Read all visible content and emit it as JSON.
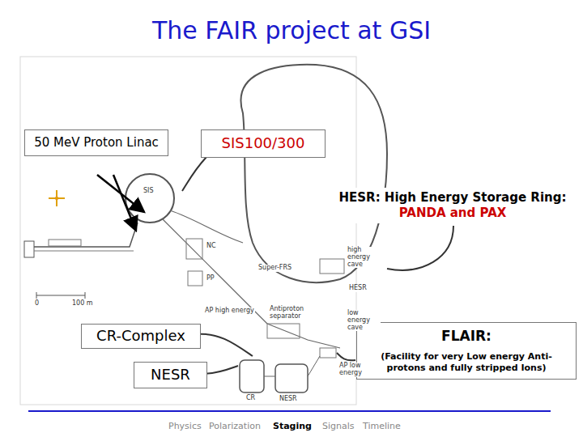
{
  "diagram": {
    "title": "The FAIR project at GSI",
    "nodes": [
      {
        "text": [
          "50 MeV Proton Linac"
        ]
      },
      {
        "text": [
          "SIS100/300"
        ]
      },
      {
        "text": [
          "HESR: High Energy Storage Ring:",
          "PANDA and PAX"
        ]
      },
      {
        "text": [
          "CR-Complex"
        ]
      },
      {
        "text": [
          "NESR"
        ]
      },
      {
        "text": [
          "FLAIR:",
          "(Facility for very Low energy Anti-protons and fully stripped Ions)"
        ]
      }
    ],
    "labels": [
      "SIS",
      "NC",
      "PP",
      "Super-FRS",
      "HESR",
      "AP high energy",
      "Antiproton separator",
      "high energy cave",
      "low energy cave",
      "CR",
      "NESR",
      "AP low energy",
      "0",
      "100 m",
      "Physics",
      "Polarization",
      "Staging",
      "Signals",
      "Timeline"
    ]
  }
}
